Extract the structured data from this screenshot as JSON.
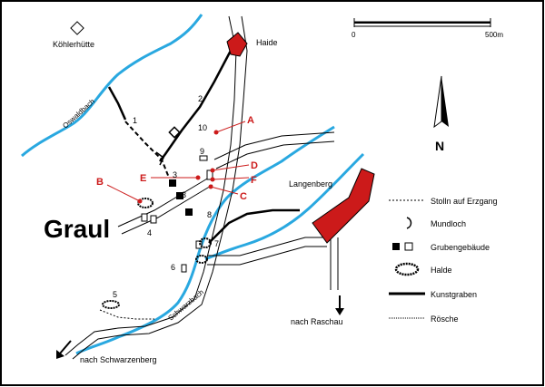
{
  "places": {
    "koehlerhuette": "Köhlerhütte",
    "haide": "Haide",
    "langenberg": "Langenberg",
    "graul": "Graul",
    "nach_raschau": "nach Raschau",
    "nach_schwarzenberg": "nach Schwarzenberg"
  },
  "streams": {
    "oswaldbach": "Oswaldbach",
    "schwarzbach": "Schwarzbach"
  },
  "scale": {
    "start": "0",
    "end": "500m"
  },
  "north": {
    "label": "N"
  },
  "site_numbers": [
    "1",
    "2",
    "3",
    "3",
    "4",
    "5",
    "6",
    "7",
    "8",
    "9",
    "10"
  ],
  "site_letters": [
    "A",
    "B",
    "C",
    "D",
    "E",
    "F"
  ],
  "legend": {
    "stolln": "Stolln auf Erzgang",
    "mundloch": "Mundloch",
    "gruben": "Grubengebäude",
    "halde": "Halde",
    "kunstgraben": "Kunstgraben",
    "roesche": "Rösche"
  },
  "colors": {
    "stream": "#29a8e0",
    "marker": "#cc1a1a",
    "building": "#cc1a1a"
  }
}
